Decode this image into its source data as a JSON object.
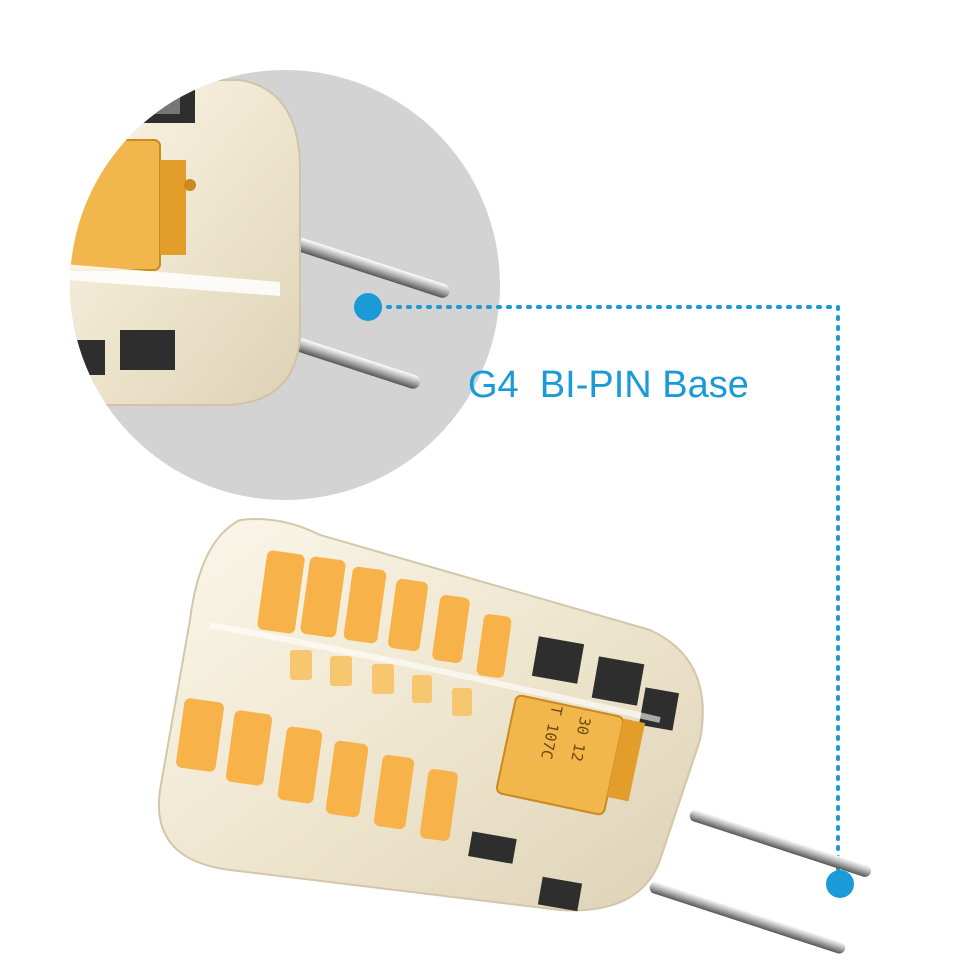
{
  "caption": "G4  BI-PIN Base",
  "colors": {
    "accent": "#1a9ad6",
    "led": "#f7b24a",
    "circle": "#d3d3d3",
    "silicone": "#f3ecd9",
    "capacitor": "#f1b64c"
  },
  "capacitor_marking": {
    "top_line": "30 12",
    "bottom_line": "T 107C"
  }
}
